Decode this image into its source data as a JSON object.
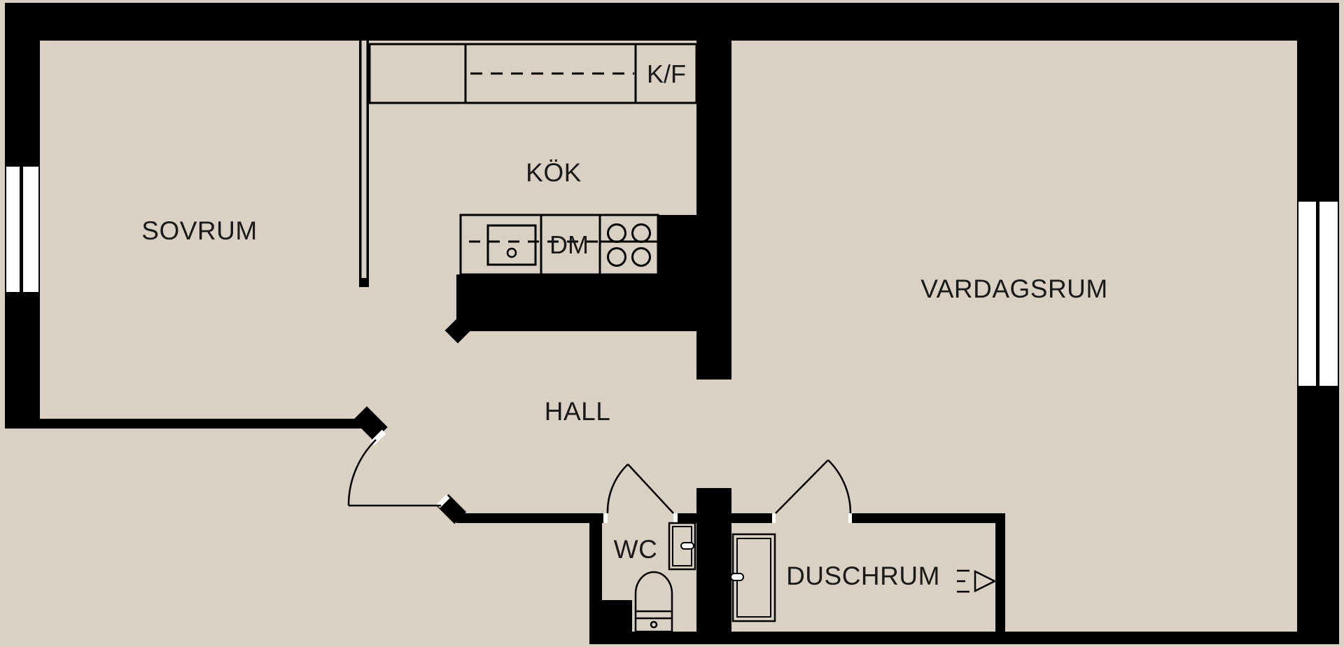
{
  "title": "Apartment floor plan",
  "colors": {
    "floor": "#dad0c4",
    "wall": "#000000",
    "window": "#ffffff",
    "text": "#1a1a1a"
  },
  "rooms": {
    "sovrum": "SOVRUM",
    "kok": "KÖK",
    "vardagsrum": "VARDAGSRUM",
    "hall": "HALL",
    "wc": "WC",
    "duschrum": "DUSCHRUM"
  },
  "appliances": {
    "fridge_freezer": "K/F",
    "dishwasher": "DM"
  },
  "symbols": {
    "windows": [
      "sovrum-left-window",
      "vardagsrum-right-window"
    ],
    "doors": [
      "entrance-door",
      "wc-door",
      "duschrum-door"
    ],
    "fixtures": [
      "kitchen-sink",
      "hob",
      "toilet",
      "washbasin",
      "shower-cabin",
      "vent-symbol"
    ]
  }
}
